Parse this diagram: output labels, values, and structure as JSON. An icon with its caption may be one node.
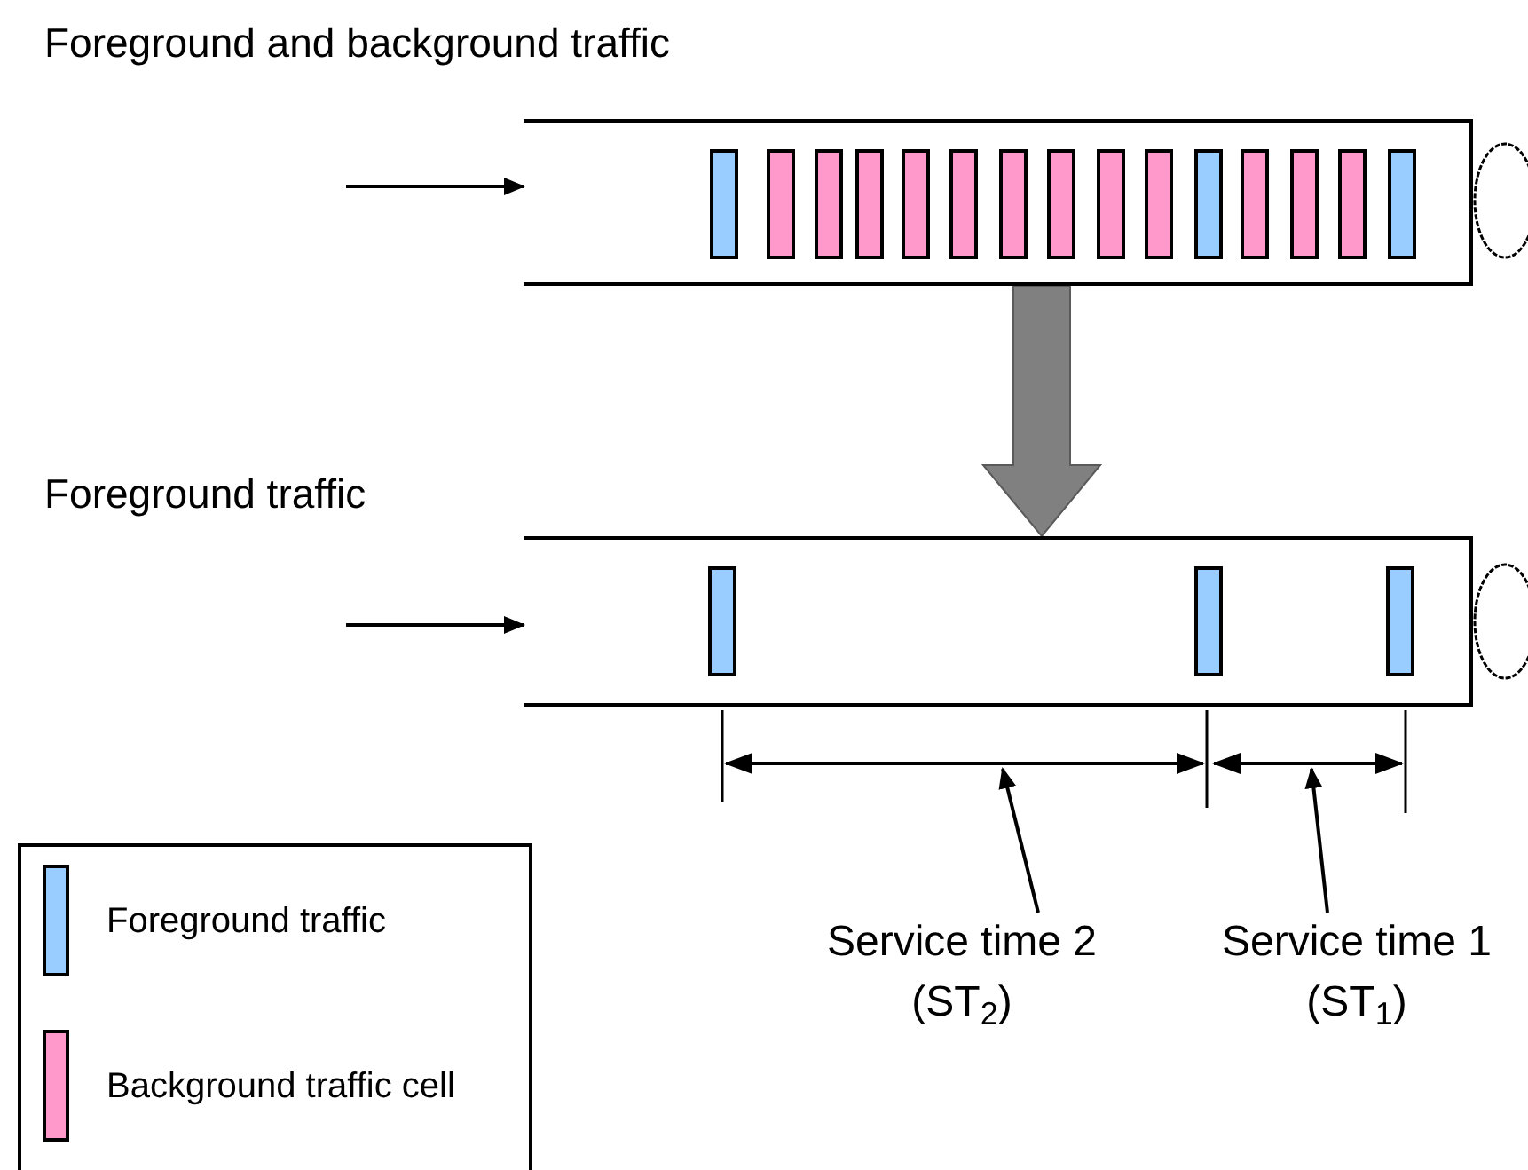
{
  "diagram": {
    "nodes": [
      {
        "text": [
          "Foreground and background traffic"
        ]
      },
      {
        "text": [
          "Foreground traffic"
        ]
      },
      {
        "text": [
          "Service time 2 (ST$_{2}$)"
        ]
      },
      {
        "text": [
          "Service time 1 (ST$_{1}$)"
        ]
      }
    ],
    "edges": [
      {
        "from": null,
        "to": 0,
        "arrow": "to"
      },
      {
        "from": null,
        "to": 1,
        "arrow": "to"
      },
      {
        "from": 0,
        "to": 1,
        "arrow": "to",
        "style": "thick",
        "color": "#808080"
      },
      {
        "from": 2,
        "to": null,
        "arrow": "to"
      },
      {
        "from": 3,
        "to": null,
        "arrow": "to"
      }
    ],
    "legend": [
      {
        "text": "Foreground traffic",
        "color": "#99ccff"
      },
      {
        "text": "Background traffic cell",
        "color": "#ff99cc"
      }
    ]
  }
}
